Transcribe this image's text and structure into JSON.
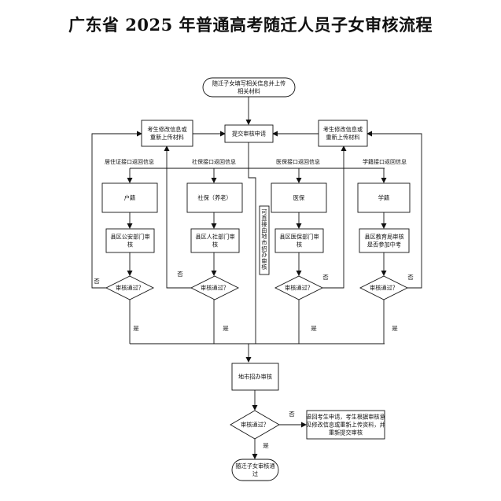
{
  "title": "广东省 2025 年普通高考随迁人员子女审核流程",
  "nodes": {
    "start": [
      "随迁子女填写相关信息并上传",
      "相关材料"
    ],
    "submit": [
      "提交审核申请"
    ],
    "modify_left": [
      "考生修改信息或",
      "重新上传材料"
    ],
    "modify_right": [
      "考生修改信息或",
      "重新上传材料"
    ],
    "hukou": [
      "户籍"
    ],
    "shebao": [
      "社保（养老）"
    ],
    "yibao": [
      "医保"
    ],
    "xueji": [
      "学籍"
    ],
    "review_police": [
      "县区公安部门审",
      "核"
    ],
    "review_hr": [
      "县区人社部门审",
      "核"
    ],
    "review_medical": [
      "县区医保部门审",
      "核"
    ],
    "review_edu": [
      "县区教育局审核",
      "是否参加中考"
    ],
    "decision": [
      "审核通过？"
    ],
    "city_review": [
      "地市招办审核"
    ],
    "final_decision": [
      "审核通过？"
    ],
    "return_note": [
      "退回考生申请，考生根据审核意",
      "见修改信息或重新上传资料，并",
      "重新提交审核"
    ],
    "end": [
      "随迁子女审核通",
      "过"
    ],
    "side_note": [
      "可直接由地市招办审核"
    ]
  },
  "labels": {
    "hukou_api": "居住证接口返回信息",
    "shebao_api": "社保接口返回信息",
    "yibao_api": "医保接口返回信息",
    "xueji_api": "学籍接口返回信息",
    "yes": "是",
    "no": "否"
  }
}
